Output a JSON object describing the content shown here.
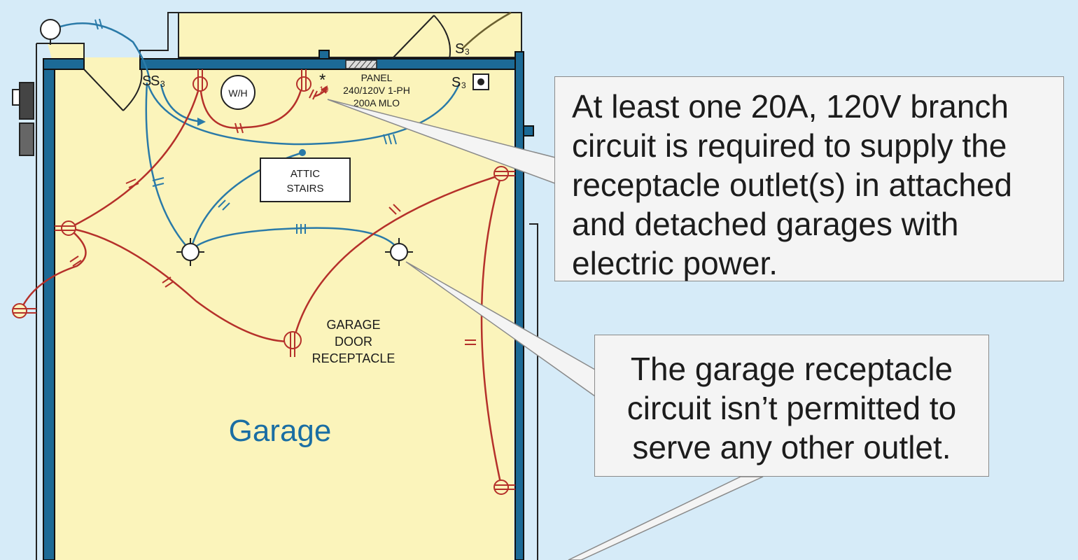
{
  "room_label": "Garage",
  "panel": {
    "line1": "PANEL",
    "line2": "240/120V 1-PH",
    "line3": "200A MLO",
    "circuit_number": "19",
    "asterisk": "*"
  },
  "water_heater": "W/H",
  "attic_stairs": {
    "line1": "ATTIC",
    "line2": "STAIRS"
  },
  "garage_door_receptacle": {
    "line1": "GARAGE",
    "line2": "DOOR",
    "line3": "RECEPTACLE"
  },
  "switches": {
    "entry_switch": "S",
    "entry_3way_switch": "S",
    "panel_3way_switch": "S",
    "corner_3way_switch": "S",
    "three_way_subscript": "3"
  },
  "callouts": {
    "requirement_text": "At least one 20A, 120V branch circuit is required to supply the receptacle outlet(s) in attached and detached garages with electric power.",
    "restriction_text": "The garage receptacle circuit isn’t permitted to serve any other outlet."
  },
  "colors": {
    "background": "#d6ebf8",
    "floor": "#fbf4bb",
    "wall": "#1c6a96",
    "receptacle_circuit": "#b5302a",
    "lighting_circuit": "#2a7aa8",
    "room_label": "#1a6ea3"
  },
  "icons": [
    "ceiling-light-icon",
    "duplex-receptacle-icon",
    "exterior-light-icon",
    "dot-switch-icon",
    "arrow-icon"
  ]
}
